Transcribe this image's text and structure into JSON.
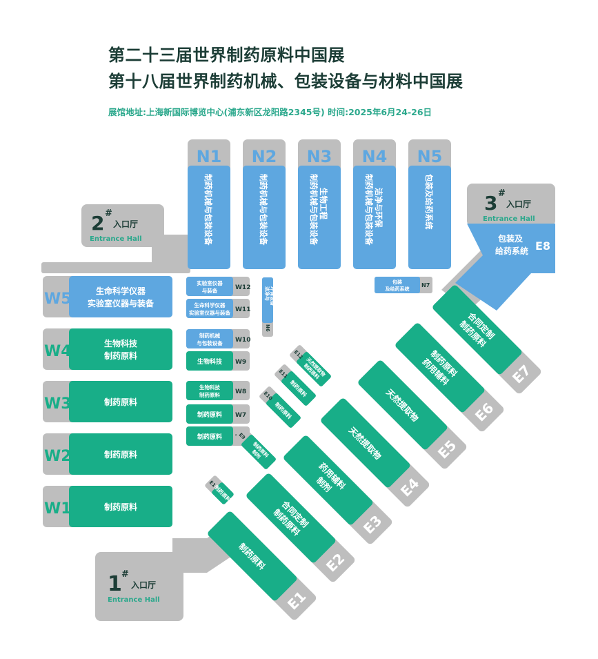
{
  "header": {
    "title_line1": "第二十三届世界制药原料中国展",
    "title_line2": "第十八届世界制药机械、包装设备与材料中国展",
    "venue_time": "展馆地址:上海新国际博览中心(浦东新区龙阳路2345号)   时间:2025年6月24-26日"
  },
  "colors": {
    "green": "#18ae88",
    "blue": "#5ea7e0",
    "gray": "#bebebe",
    "dark": "#1c3d36",
    "teal_text": "#2ba88c"
  },
  "halls_north": [
    {
      "code": "N1",
      "text": "制药机械与包装设备"
    },
    {
      "code": "N2",
      "text": "制药机械与包装设备"
    },
    {
      "code": "N3",
      "text": "制药机械与包装设备",
      "text2": "生物工程"
    },
    {
      "code": "N4",
      "text": "制药机械与包装设备",
      "text2": "洁净与环保"
    },
    {
      "code": "N5",
      "text": "包装及给药系统"
    }
  ],
  "halls_west": [
    {
      "code": "W5",
      "text": "生命科学仪器",
      "text2": "实验室仪器与装备"
    },
    {
      "code": "W4",
      "text": "生物科技",
      "text2": "制药原料"
    },
    {
      "code": "W3",
      "text": "制药原料"
    },
    {
      "code": "W2",
      "text": "制药原料"
    },
    {
      "code": "W1",
      "text": "制药原料"
    }
  ],
  "halls_wc": [
    {
      "code": "W12",
      "text": "实验室仪器",
      "text2": "与装备"
    },
    {
      "code": "W11",
      "text": "生命科学仪器",
      "text2": "实验室仪器与装备"
    },
    {
      "code": "W10",
      "text": "制药机械",
      "text2": "与包装设备"
    },
    {
      "code": "W9",
      "text": "生物科技"
    },
    {
      "code": "W8",
      "text": "生物科技",
      "text2": "制药原料"
    },
    {
      "code": "W7",
      "text": "制药原料"
    },
    {
      "code": "W6",
      "text": "制药原料"
    }
  ],
  "halls_east": [
    {
      "code": "E1",
      "text": "制药原料"
    },
    {
      "code": "E2",
      "text": "合同定制",
      "text2": "制药原料"
    },
    {
      "code": "E3",
      "text": "药用辅料",
      "text2": "制剂"
    },
    {
      "code": "E4",
      "text": "天然提取物"
    },
    {
      "code": "E5",
      "text": "天然提取物"
    },
    {
      "code": "E6",
      "text": "制药原料",
      "text2": "药用辅料"
    },
    {
      "code": "E7",
      "text": "合同定制",
      "text2": "制药原料"
    }
  ],
  "halls_ec": [
    {
      "code": "E12",
      "text": "天然提取物",
      "text2": "制药原料"
    },
    {
      "code": "E11",
      "text": "制药原料"
    },
    {
      "code": "E10",
      "text": "制药原料"
    },
    {
      "code": "E9",
      "text": "制药原料",
      "text2": "制剂"
    },
    {
      "code": "E11",
      "text": "制药原料"
    }
  ],
  "e8": {
    "code": "E8",
    "text": "包装及",
    "text2": "给药系统"
  },
  "n6": {
    "code": "N6",
    "text": "洁净与",
    "text2": "环保设备"
  },
  "n7": {
    "code": "N7",
    "text": "包装",
    "text2": "及给药系统"
  },
  "entrances": [
    {
      "num": "1",
      "sup": "#",
      "label": "入口厅",
      "en": "Entrance Hall"
    },
    {
      "num": "2",
      "sup": "#",
      "label": "入口厅",
      "en": "Entrance Hall"
    },
    {
      "num": "3",
      "sup": "#",
      "label": "入口厅",
      "en": "Entrance Hall"
    }
  ]
}
